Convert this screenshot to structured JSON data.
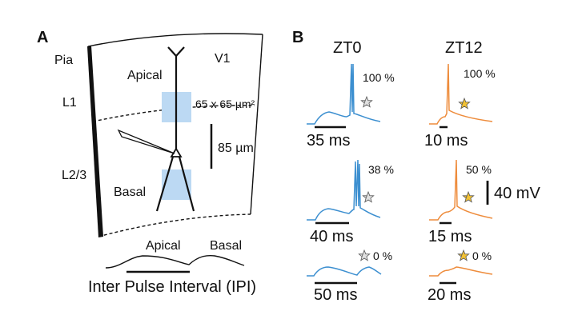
{
  "panelA": {
    "label": "A",
    "layers": {
      "pia": "Pia",
      "l1": "L1",
      "l23": "L2/3"
    },
    "area": "V1",
    "apical": "Apical",
    "basal": "Basal",
    "roi_size": "65 x 65 µm²",
    "scale_bar": "85 µm",
    "pulse_apical": "Apical",
    "pulse_basal": "Basal",
    "ipi_caption": "Inter Pulse Interval (IPI)"
  },
  "panelB": {
    "label": "B",
    "zt0": {
      "title": "ZT0",
      "color": "#3c8fd0",
      "traces": [
        {
          "percent": "100 %",
          "ipi": "35 ms"
        },
        {
          "percent": "38 %",
          "ipi": "40 ms"
        },
        {
          "percent": "0 %",
          "ipi": "50 ms"
        }
      ]
    },
    "zt12": {
      "title": "ZT12",
      "color": "#ee8c3c",
      "traces": [
        {
          "percent": "100 %",
          "ipi": "10 ms"
        },
        {
          "percent": "50 %",
          "ipi": "15 ms"
        },
        {
          "percent": "0 %",
          "ipi": "20 ms"
        }
      ]
    },
    "voltage_scale": "40 mV"
  }
}
